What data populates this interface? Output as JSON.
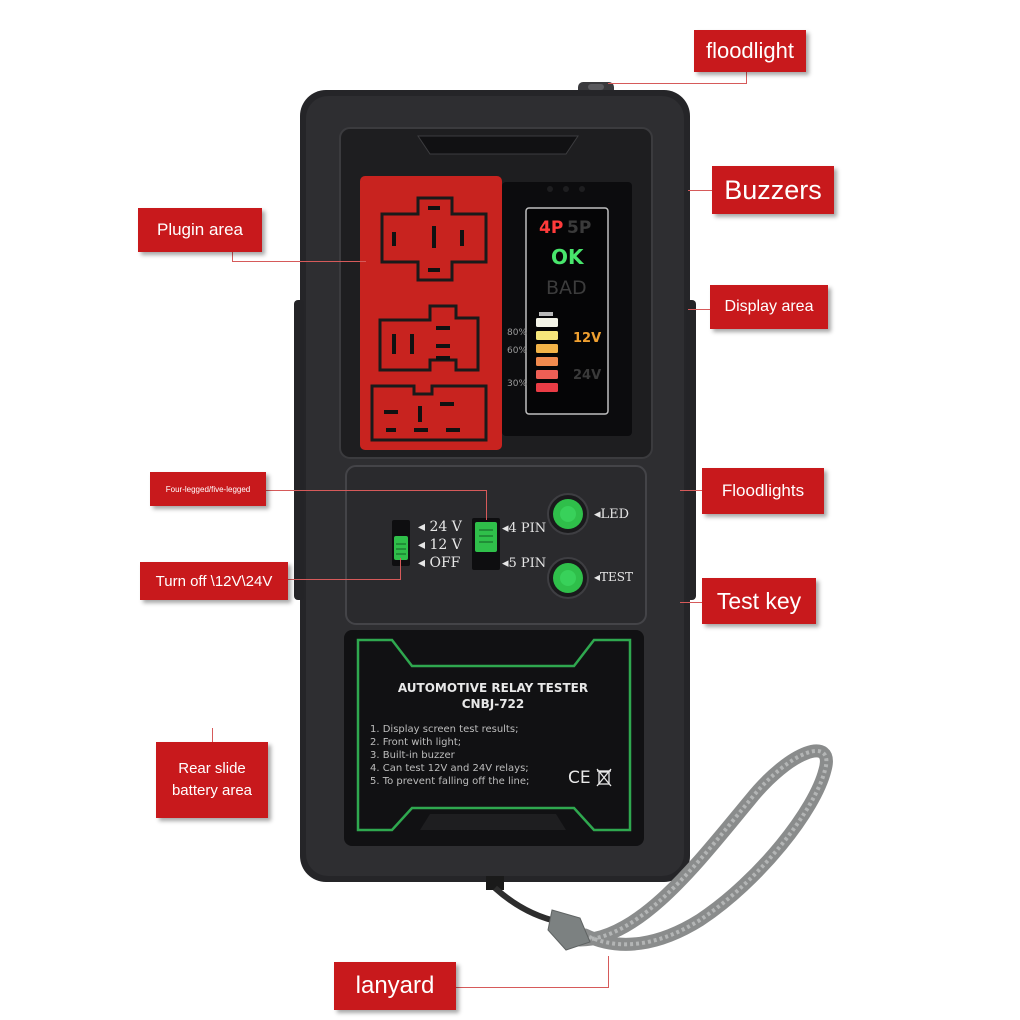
{
  "labels": {
    "floodlight": "floodlight",
    "buzzers": "Buzzers",
    "plugin_area": "Plugin area",
    "display_area": "Display area",
    "four_five_legged": "Four-legged/five-legged",
    "floodlights": "Floodlights",
    "turn_off": "Turn off \\12V\\24V",
    "test_key": "Test key",
    "rear_slide_1": "Rear slide",
    "rear_slide_2": "battery area",
    "lanyard": "lanyard"
  },
  "screen": {
    "p4": "4P",
    "p5": "5P",
    "ok": "OK",
    "bad": "BAD",
    "pct_80": "80%",
    "pct_60": "60%",
    "pct_30": "30%",
    "v12": "12V",
    "v24": "24V",
    "bar_colors": [
      "#f4f4e8",
      "#f6e67a",
      "#f2b348",
      "#f18a4e",
      "#ee5f55",
      "#ea3c45"
    ]
  },
  "panel": {
    "v24": "◂ 24 V",
    "v12": "◂ 12 V",
    "off": "◂ OFF",
    "pin4": "◂4 PIN",
    "pin5": "◂5 PIN",
    "led": "◂LED",
    "test": "◂TEST"
  },
  "back_label": {
    "title": "AUTOMOTIVE RELAY TESTER",
    "model": "CNBJ-722",
    "features": [
      "1. Display screen test results;",
      "2. Front with light;",
      "3. Built-in buzzer",
      "4. Can test 12V and 24V relays;",
      "5. To prevent falling off the line;"
    ],
    "ce": "CE"
  },
  "colors": {
    "label_red": "#c8191c",
    "body_dark": "#2a2a2d",
    "plugin_red": "#c8231f",
    "led_green": "#2fbf4a",
    "label_border_green": "#2fa84f"
  }
}
